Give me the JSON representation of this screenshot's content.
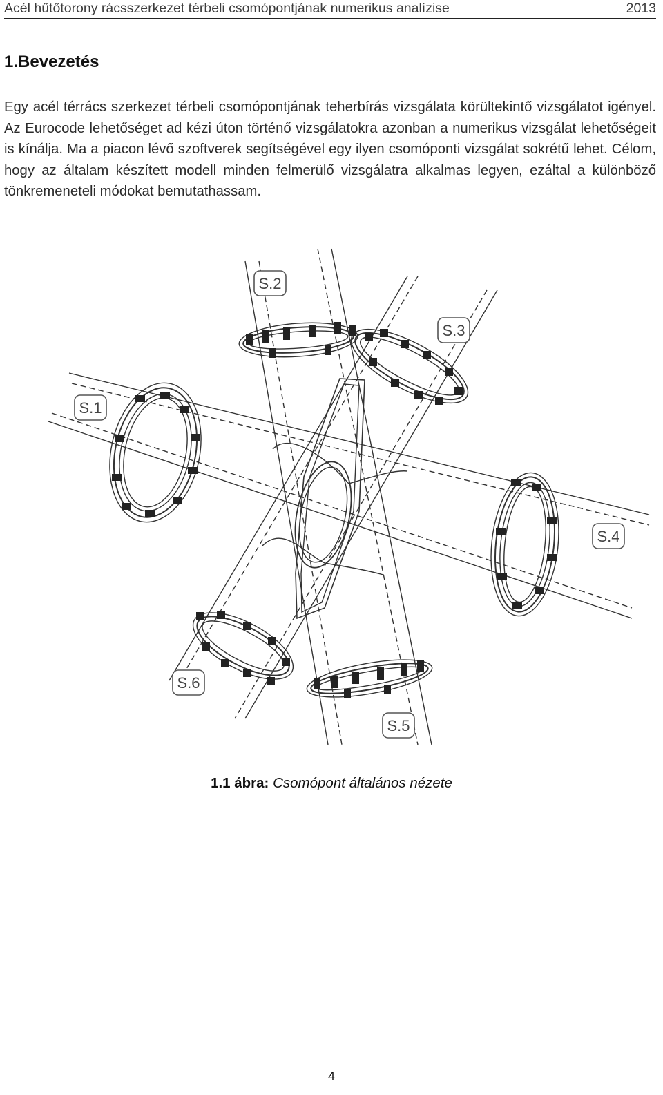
{
  "header": {
    "title": "Acél hűtőtorony rácsszerkezet térbeli csomópontjának numerikus analízise",
    "year": "2013"
  },
  "section": {
    "title": "1.Bevezetés"
  },
  "paragraph": "Egy acél térrács szerkezet térbeli csomópontjának teherbírás vizsgálata körültekintő vizsgálatot igényel. Az Eurocode lehetőséget ad kézi úton történő vizsgálatokra azonban a numerikus vizsgálat lehetőségeit is kínálja. Ma a piacon lévő szoftverek segítségével egy ilyen csomóponti vizsgálat sokrétű lehet. Célom, hogy az általam készített modell minden felmerülő vizsgálatra alkalmas legyen, ezáltal a különböző tönkremeneteli módokat bemutathassam.",
  "figure": {
    "section_labels": [
      "S.1",
      "S.2",
      "S.3",
      "S.4",
      "S.5",
      "S.6"
    ],
    "caption_label": "1.1 ábra:",
    "caption_text": "Csomópont általános nézete"
  },
  "page_number": "4"
}
